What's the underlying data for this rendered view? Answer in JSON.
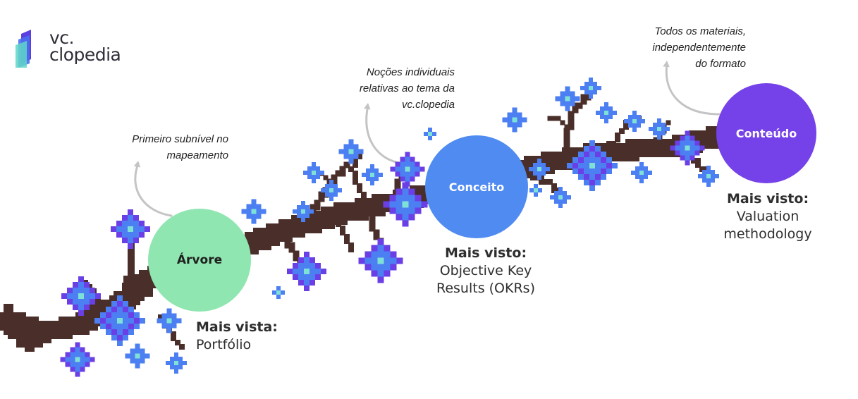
{
  "brand": {
    "line1": "vc.",
    "line2": "clopedia"
  },
  "colors": {
    "branch": "#4a2e2a",
    "blossom": "#6b3fe6",
    "blossom_light": "#4b7ff2",
    "blossom_core": "#7fe0d6",
    "arvore": "#8fe6b0",
    "conceito": "#4f8bf0",
    "conteudo": "#7541e8",
    "arrow": "#c4c4c4"
  },
  "annotations": {
    "arvore": {
      "lines": [
        "Primeiro subnível no",
        "mapeamento"
      ]
    },
    "conceito": {
      "lines": [
        "Noções individuais",
        "relativas ao tema da",
        "vc.clopedia"
      ]
    },
    "conteudo": {
      "lines": [
        "Todos os materiais,",
        "independentemente",
        "do formato"
      ]
    }
  },
  "nodes": {
    "arvore": {
      "label": "Árvore",
      "stat_key": "Mais vista:",
      "stat_lines": [
        "Portfólio"
      ]
    },
    "conceito": {
      "label": "Conceito",
      "stat_key": "Mais visto:",
      "stat_lines": [
        "Objective Key",
        "Results (OKRs)"
      ]
    },
    "conteudo": {
      "label": "Conteúdo",
      "stat_key": "Mais visto:",
      "stat_lines": [
        "Valuation",
        "methodology"
      ]
    }
  }
}
